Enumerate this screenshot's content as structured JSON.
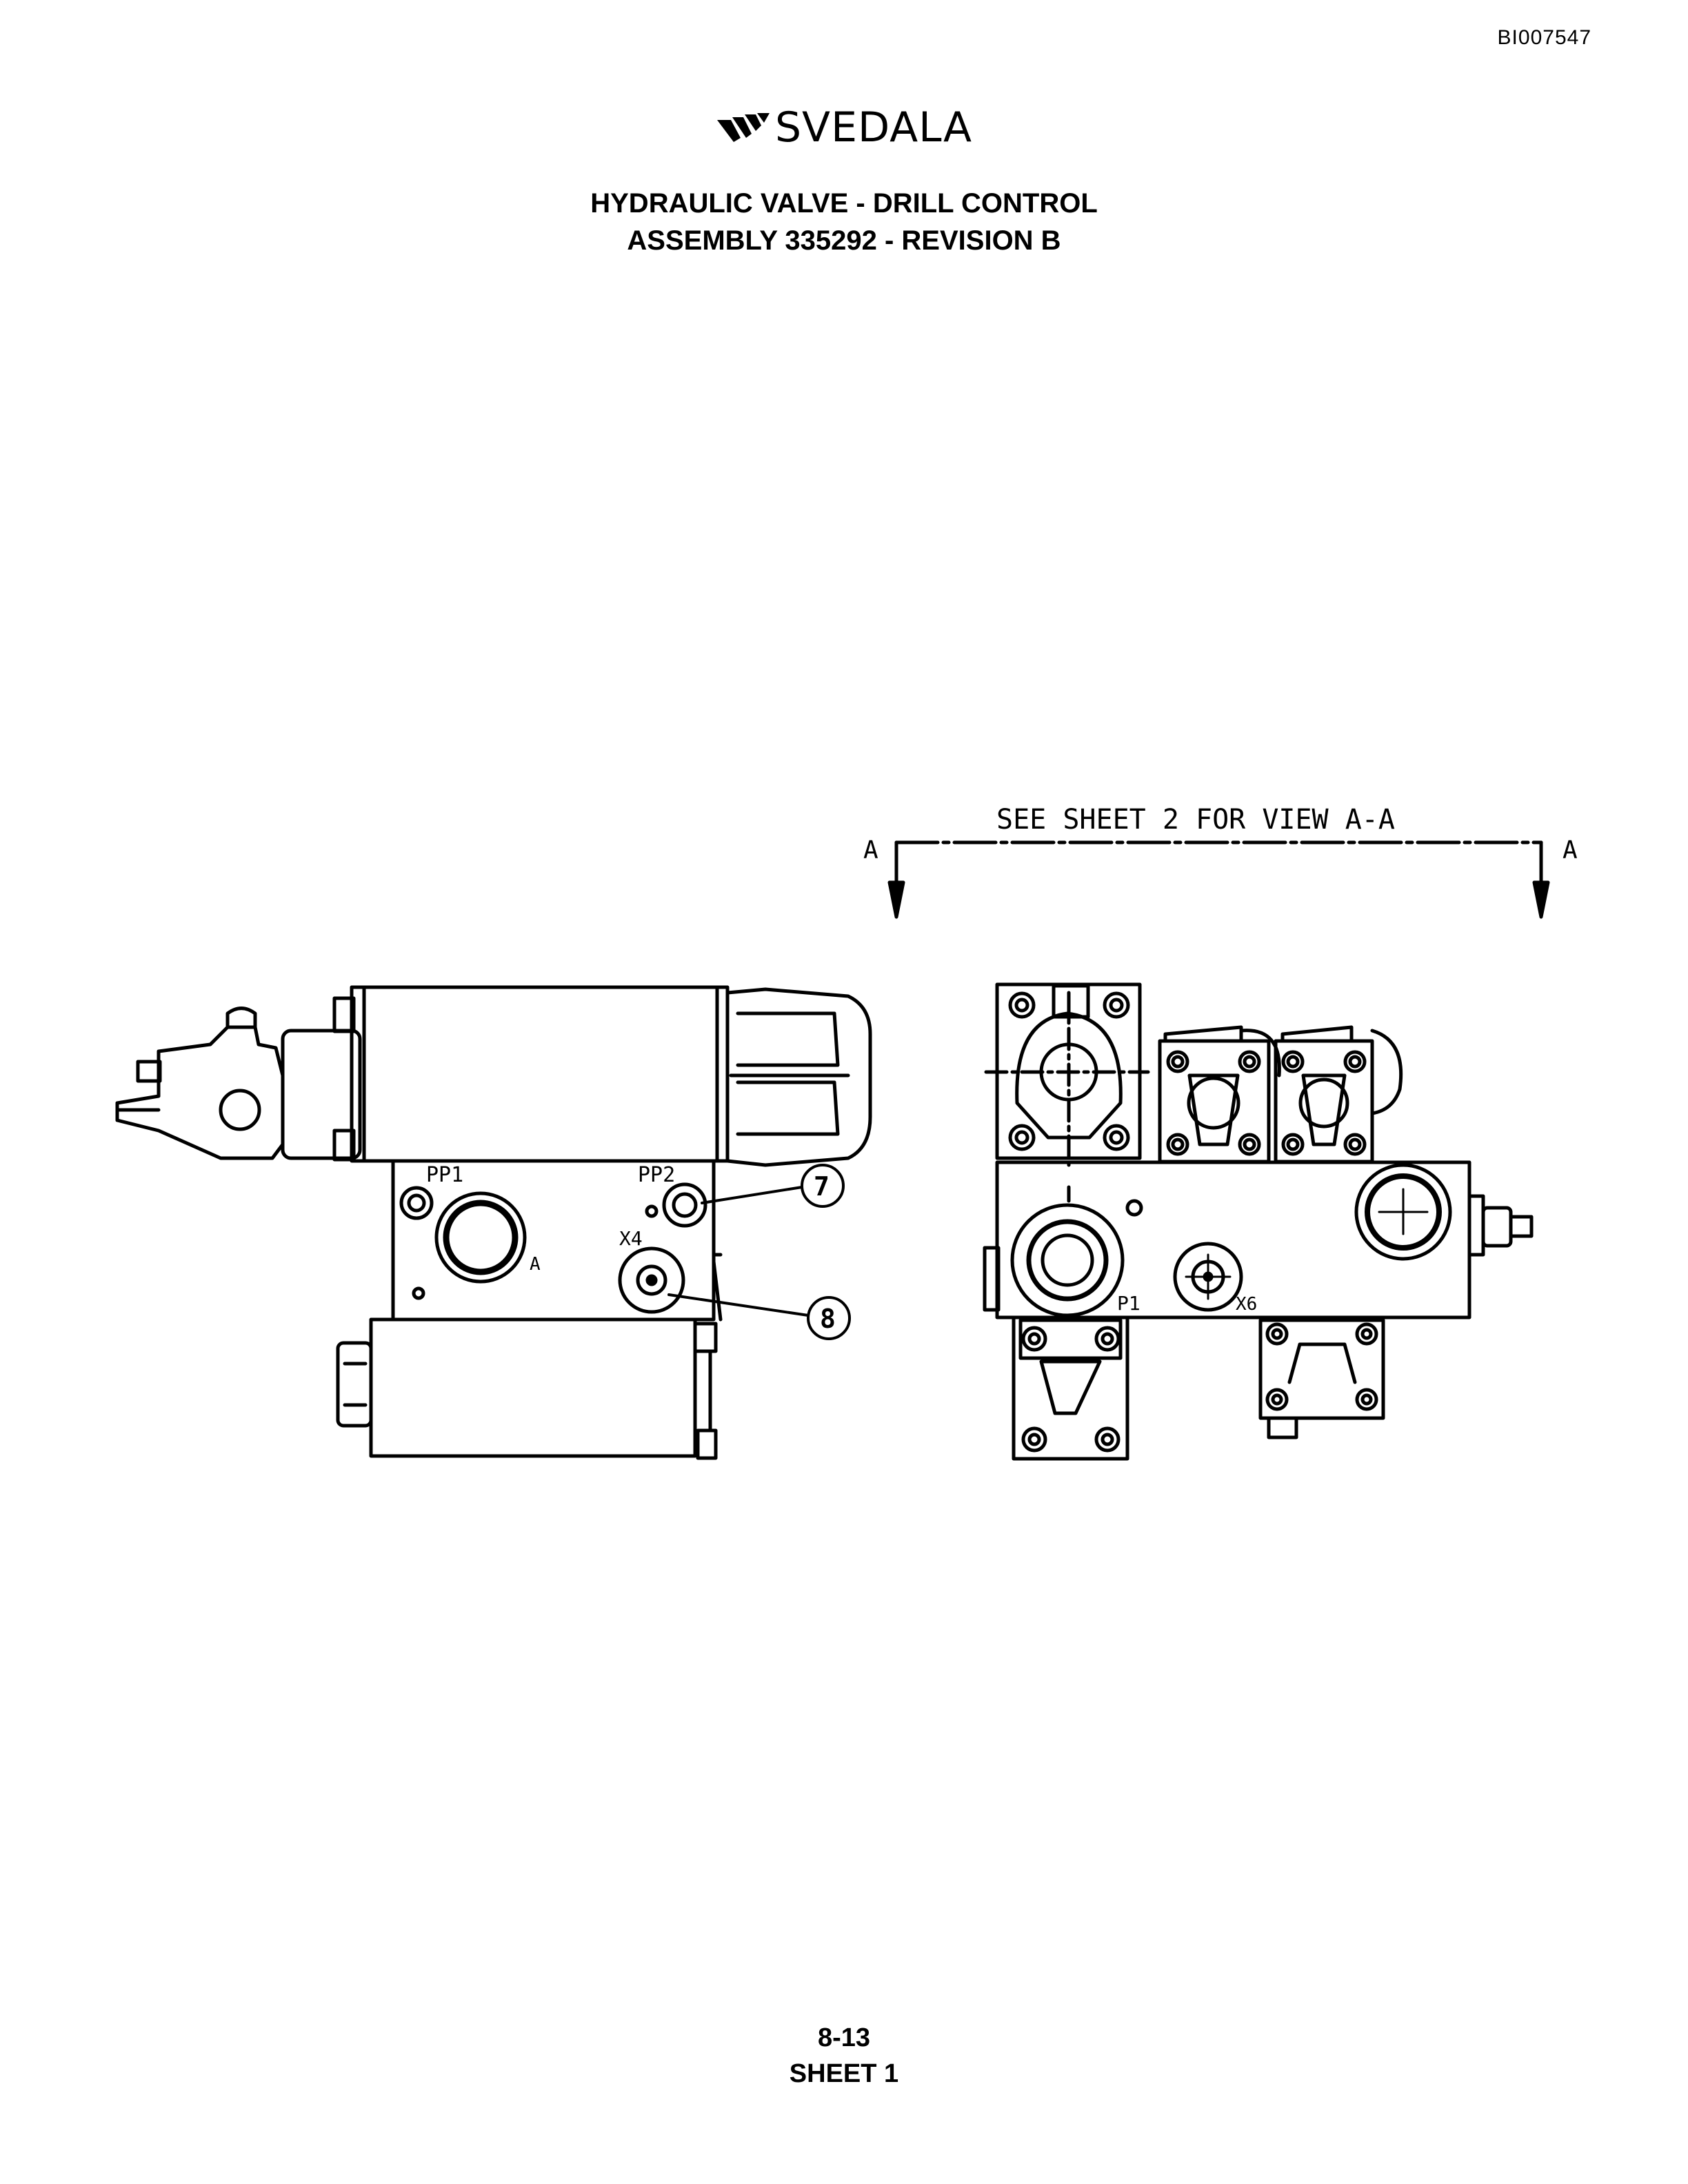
{
  "document": {
    "id": "BI007547",
    "brand": "SVEDALA",
    "title_line1": "HYDRAULIC VALVE - DRILL CONTROL",
    "title_line2": "ASSEMBLY 335292 - REVISION B",
    "page_number": "8-13",
    "sheet": "SHEET 1"
  },
  "drawing": {
    "section_note": "SEE SHEET 2 FOR VIEW A-A",
    "section_left": "A",
    "section_right": "A",
    "left_view": {
      "port_pp1": "PP1",
      "port_pp2": "PP2",
      "port_a": "A",
      "port_x4": "X4",
      "callout_7": "7",
      "callout_8": "8"
    },
    "right_view": {
      "port_p1": "P1",
      "port_x6": "X6"
    }
  }
}
